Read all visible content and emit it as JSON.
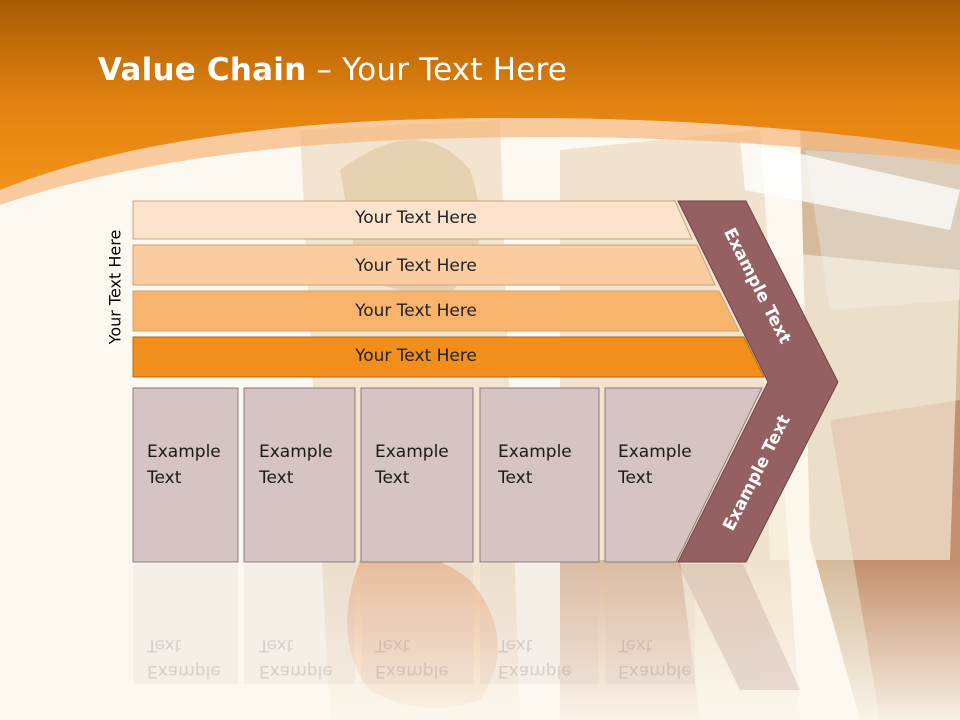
{
  "slide": {
    "title_bold": "Value Chain",
    "title_rest": " – Your Text Here",
    "side_label": "Your Text Here"
  },
  "bars": [
    {
      "label": "Your Text Here",
      "color": "#fde3cc"
    },
    {
      "label": "Your Text Here",
      "color": "#fbcda0"
    },
    {
      "label": "Your Text Here",
      "color": "#f8b46c"
    },
    {
      "label": "Your Text Here",
      "color": "#f28e1c"
    }
  ],
  "boxes": [
    {
      "label": "Example\nText"
    },
    {
      "label": "Example\nText"
    },
    {
      "label": "Example\nText"
    },
    {
      "label": "Example\nText"
    },
    {
      "label": "Example\nText"
    }
  ],
  "chevron": {
    "upper_label": "Example Text",
    "lower_label": "Example Text",
    "color": "#956062"
  },
  "colors": {
    "header": "#ee8a14",
    "box_fill": "#d6c3c4",
    "background": "#fdf9f1"
  }
}
